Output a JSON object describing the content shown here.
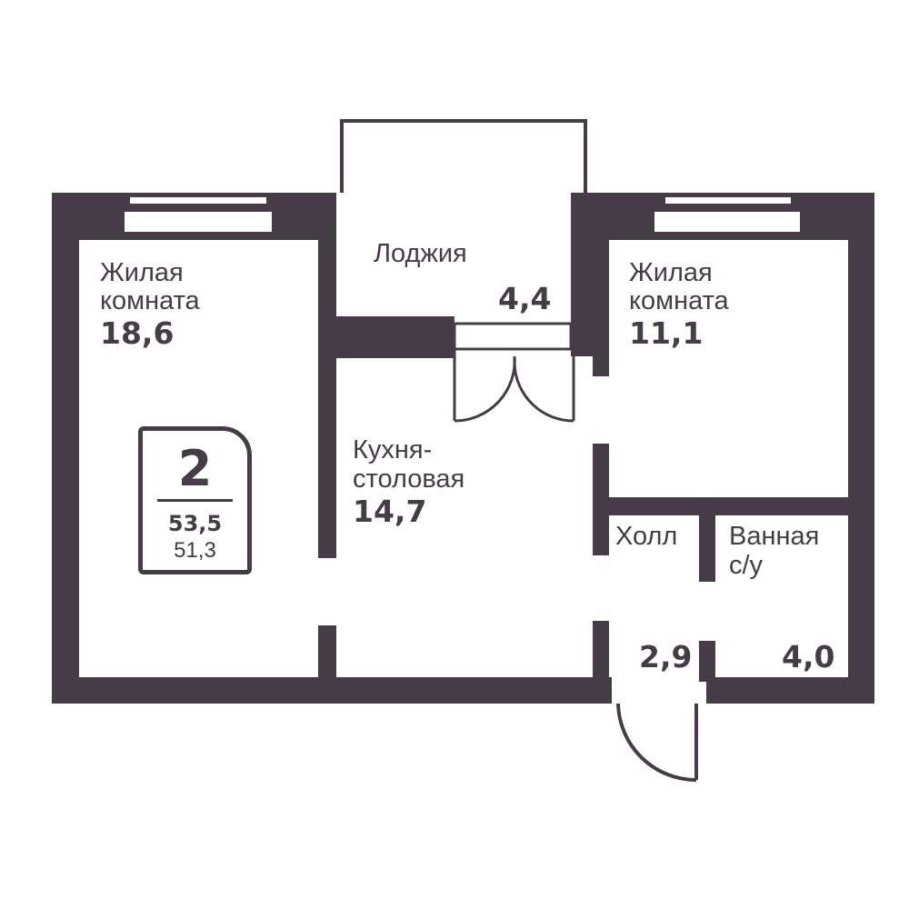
{
  "colors": {
    "wall": "#463c47",
    "background": "#ffffff"
  },
  "rooms": {
    "living_room_1": {
      "name_line1": "Жилая",
      "name_line2": "комната",
      "area": "18,6"
    },
    "loggia": {
      "name": "Лоджия",
      "area": "4,4"
    },
    "living_room_2": {
      "name_line1": "Жилая",
      "name_line2": "комната",
      "area": "11,1"
    },
    "kitchen": {
      "name_line1": "Кухня-",
      "name_line2": "столовая",
      "area": "14,7"
    },
    "hall": {
      "name": "Холл",
      "area": "2,9"
    },
    "bathroom": {
      "name_line1": "Ванная",
      "name_line2": "с/у",
      "area": "4,0"
    }
  },
  "badge": {
    "rooms_count": "2",
    "total_area": "53,5",
    "living_area": "51,3"
  }
}
